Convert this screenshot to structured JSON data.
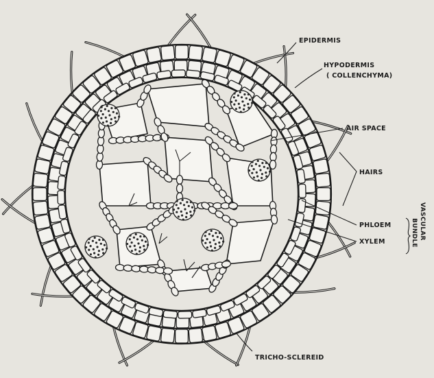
{
  "diagram": {
    "labels": {
      "epidermis": "EPIDERMIS",
      "hypodermis": "HYPODERMIS",
      "collenchyma": "( COLLENCHYMA)",
      "air_space": "AIR SPACE",
      "hairs": "HAIRS",
      "phloem": "PHLOEM",
      "xylem": "XYLEM",
      "vascular_1": "VASCULAR",
      "vascular_2": "BUNDLE",
      "tricho_sclereid": "TRICHO-SCLEREID"
    }
  }
}
